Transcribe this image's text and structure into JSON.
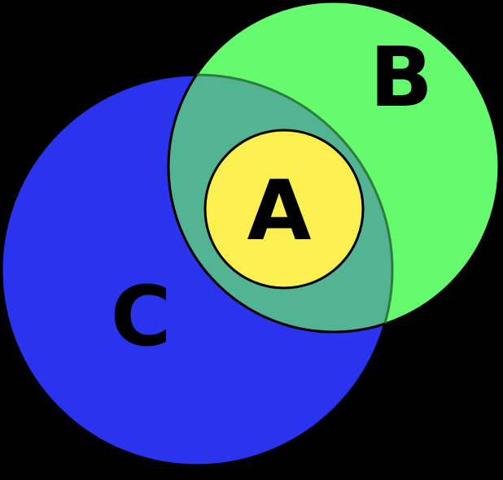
{
  "diagram": {
    "kind": "euler-venn-diagram",
    "description": "Yellow set A contained inside the intersection of green set B and blue set C, on a black background"
  },
  "labels": {
    "a": "A",
    "b": "B",
    "c": "C"
  },
  "colors": {
    "background": "#000000",
    "set_a": "#FBF050",
    "set_b": "#66FB6E",
    "set_c": "#2A34EE",
    "intersection_bc": "#52B492",
    "intersection_arc_stroke": "#2F7D3A",
    "outline": "#000000",
    "label_text": "#000000"
  }
}
